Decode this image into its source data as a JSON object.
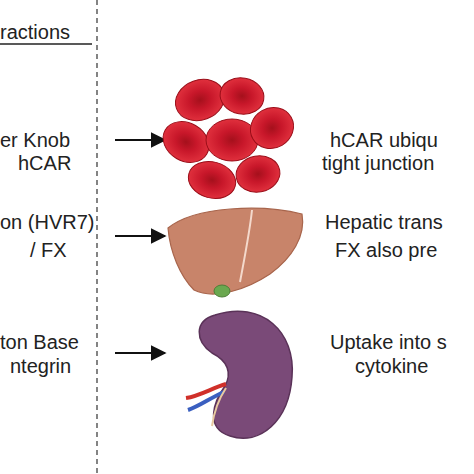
{
  "diagram": {
    "labels": [
      "ractions",
      "er Knob",
      "hCAR",
      "on (HVR7)",
      "/ FX",
      "ton Base",
      "ntegrin",
      "hCAR ubiqu",
      "tight junction",
      "Hepatic trans",
      "FX also pre",
      "Uptake into s",
      "cytokine"
    ]
  }
}
